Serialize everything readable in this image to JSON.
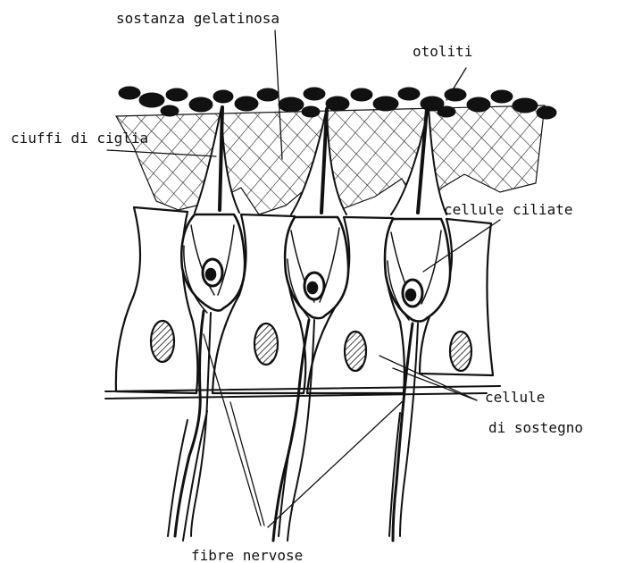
{
  "figure": {
    "labels": {
      "gelatinous": "sostanza gelatinosa",
      "otoliths": "otoliti",
      "cilia_tufts": "ciuffi di ciglia",
      "hair_cells": "cellule ciliate",
      "support_cells_1": "cellule",
      "support_cells_2": "di sostegno",
      "nerve_fibers": "fibre nervose"
    }
  }
}
